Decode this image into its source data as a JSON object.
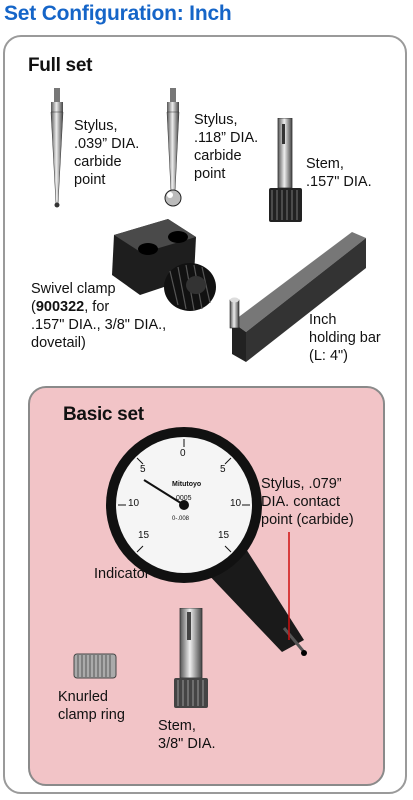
{
  "page_title": "Set Configuration: Inch",
  "full_set": {
    "title": "Full set",
    "items": {
      "stylus_039": "Stylus,\n.039” DIA.\ncarbide\npoint",
      "stylus_118": "Stylus,\n.118” DIA.\ncarbide\npoint",
      "stem_157": "Stem,\n.157\" DIA.",
      "swivel_clamp_pre": "Swivel clamp\n(",
      "swivel_clamp_code": "900322",
      "swivel_clamp_post": ", for\n.157\" DIA., 3/8\" DIA.,\ndovetail)",
      "holding_bar": "Inch\nholding bar\n(L: 4\")"
    }
  },
  "basic_set": {
    "title": "Basic set",
    "items": {
      "indicator": "Indicator",
      "stylus_079": "Stylus, .079”\nDIA. contact\npoint (carbide)",
      "knurled_ring": "Knurled\nclamp ring",
      "stem_38": "Stem,\n3/8\" DIA."
    },
    "dial": {
      "brand": "Mitutoyo",
      "resolution": ".0005",
      "range": "0-.008",
      "scale_numbers": [
        "0",
        "5",
        "10",
        "15",
        "5",
        "10",
        "15"
      ]
    }
  },
  "colors": {
    "title_blue": "#1565c8",
    "basic_bg": "#f2c4c7",
    "box_border": "#9a9a9a",
    "stylus_red_line": "#d01010"
  }
}
